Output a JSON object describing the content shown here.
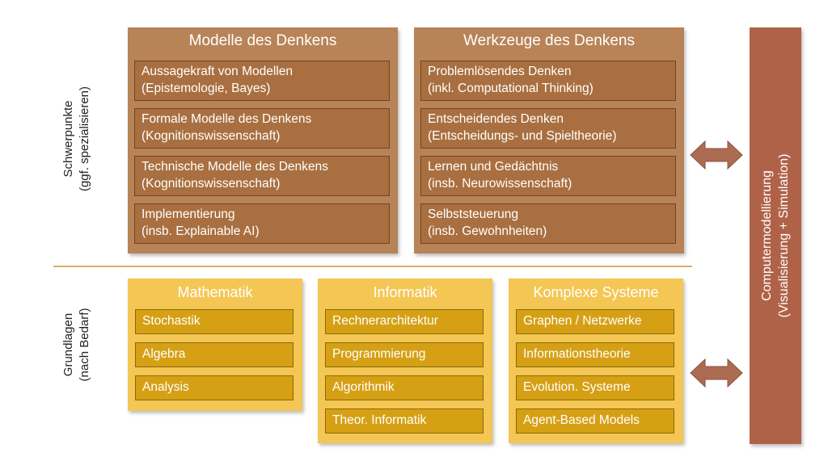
{
  "left_labels": {
    "top": {
      "line1": "Schwerpunkte",
      "line2": "(ggf. spezialisieren)"
    },
    "bottom": {
      "line1": "Grundlagen",
      "line2": "(nach Bedarf)"
    }
  },
  "top_panels": [
    {
      "title": "Modelle des Denkens",
      "items": [
        {
          "line1": "Aussagekraft von Modellen",
          "line2": "(Epistemologie, Bayes)"
        },
        {
          "line1": "Formale Modelle des Denkens",
          "line2": "(Kognitionswissenschaft)"
        },
        {
          "line1": "Technische Modelle des Denkens",
          "line2": "(Kognitionswissenschaft)"
        },
        {
          "line1": "Implementierung",
          "line2": "(insb. Explainable  AI)"
        }
      ]
    },
    {
      "title": "Werkzeuge des Denkens",
      "items": [
        {
          "line1": "Problemlösendes Denken",
          "line2": "(inkl. Computational Thinking)"
        },
        {
          "line1": "Entscheidendes Denken",
          "line2": "(Entscheidungs- und Spieltheorie)"
        },
        {
          "line1": "Lernen und Gedächtnis",
          "line2": "(insb. Neurowissenschaft)"
        },
        {
          "line1": "Selbststeuerung",
          "line2": "(insb. Gewohnheiten)"
        }
      ]
    }
  ],
  "bottom_panels": [
    {
      "title": "Mathematik",
      "items": [
        "Stochastik",
        "Algebra",
        "Analysis"
      ]
    },
    {
      "title": "Informatik",
      "items": [
        "Rechnerarchitektur",
        "Programmierung",
        "Algorithmik",
        "Theor. Informatik"
      ]
    },
    {
      "title": "Komplexe Systeme",
      "items": [
        "Graphen / Netzwerke",
        "Informationstheorie",
        "Evolution. Systeme",
        "Agent-Based Models"
      ]
    }
  ],
  "side_bar": {
    "line1": "Computermodellierung",
    "line2": "(Visualisierung + Simulation)"
  },
  "colors": {
    "top_panel": "#b88357",
    "top_item": "#a96f40",
    "bottom_panel": "#f4c654",
    "bottom_item": "#d6a015",
    "side_bar": "#b06248",
    "arrow": "#ad6c52"
  }
}
